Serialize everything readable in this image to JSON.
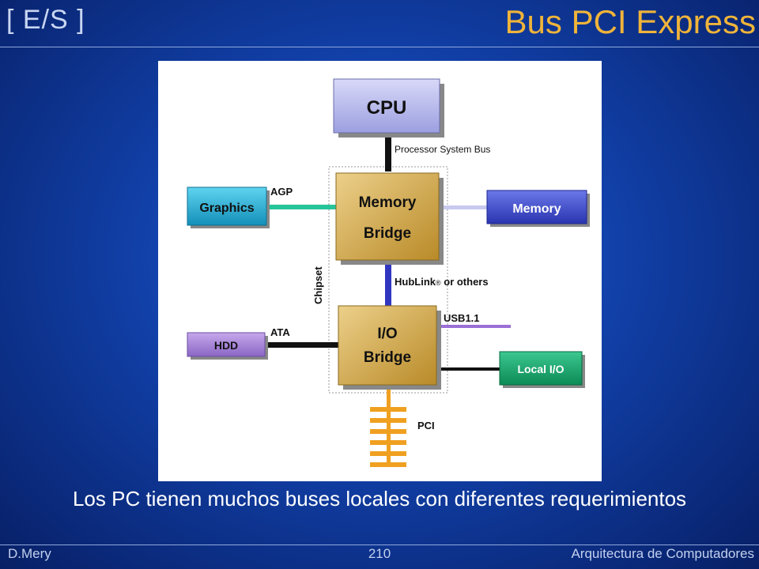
{
  "header": {
    "section_tag": "[ E/S ]",
    "title": "Bus PCI Express"
  },
  "diagram": {
    "blocks": {
      "cpu": "CPU",
      "memory_bridge_line1": "Memory",
      "memory_bridge_line2": "Bridge",
      "graphics": "Graphics",
      "memory": "Memory",
      "io_bridge_line1": "I/O",
      "io_bridge_line2": "Bridge",
      "hdd": "HDD",
      "local_io": "Local I/O"
    },
    "labels": {
      "processor_bus": "Processor System Bus",
      "agp": "AGP",
      "chipset": "Chipset",
      "hublink": "HubLink",
      "hublink_mark": "®",
      "hublink_rest": " or others",
      "usb": "USB1.1",
      "ata": "ATA",
      "pci": "PCI"
    },
    "colors": {
      "cpu": "#b6b8ea",
      "bridge": "#d6ae4a",
      "graphics": "#23b8dc",
      "memory": "#3f4ed0",
      "hdd": "#a784d8",
      "local_io": "#14a86c",
      "agp_line": "#27c49a",
      "hublink_line": "#3136c0",
      "usb_line": "#9a6fd6",
      "pci_bus": "#f0a020"
    }
  },
  "caption": "Los PC tienen muchos buses locales con diferentes requerimientos",
  "footer": {
    "author": "D.Mery",
    "page": "210",
    "course": "Arquitectura de Computadores"
  }
}
